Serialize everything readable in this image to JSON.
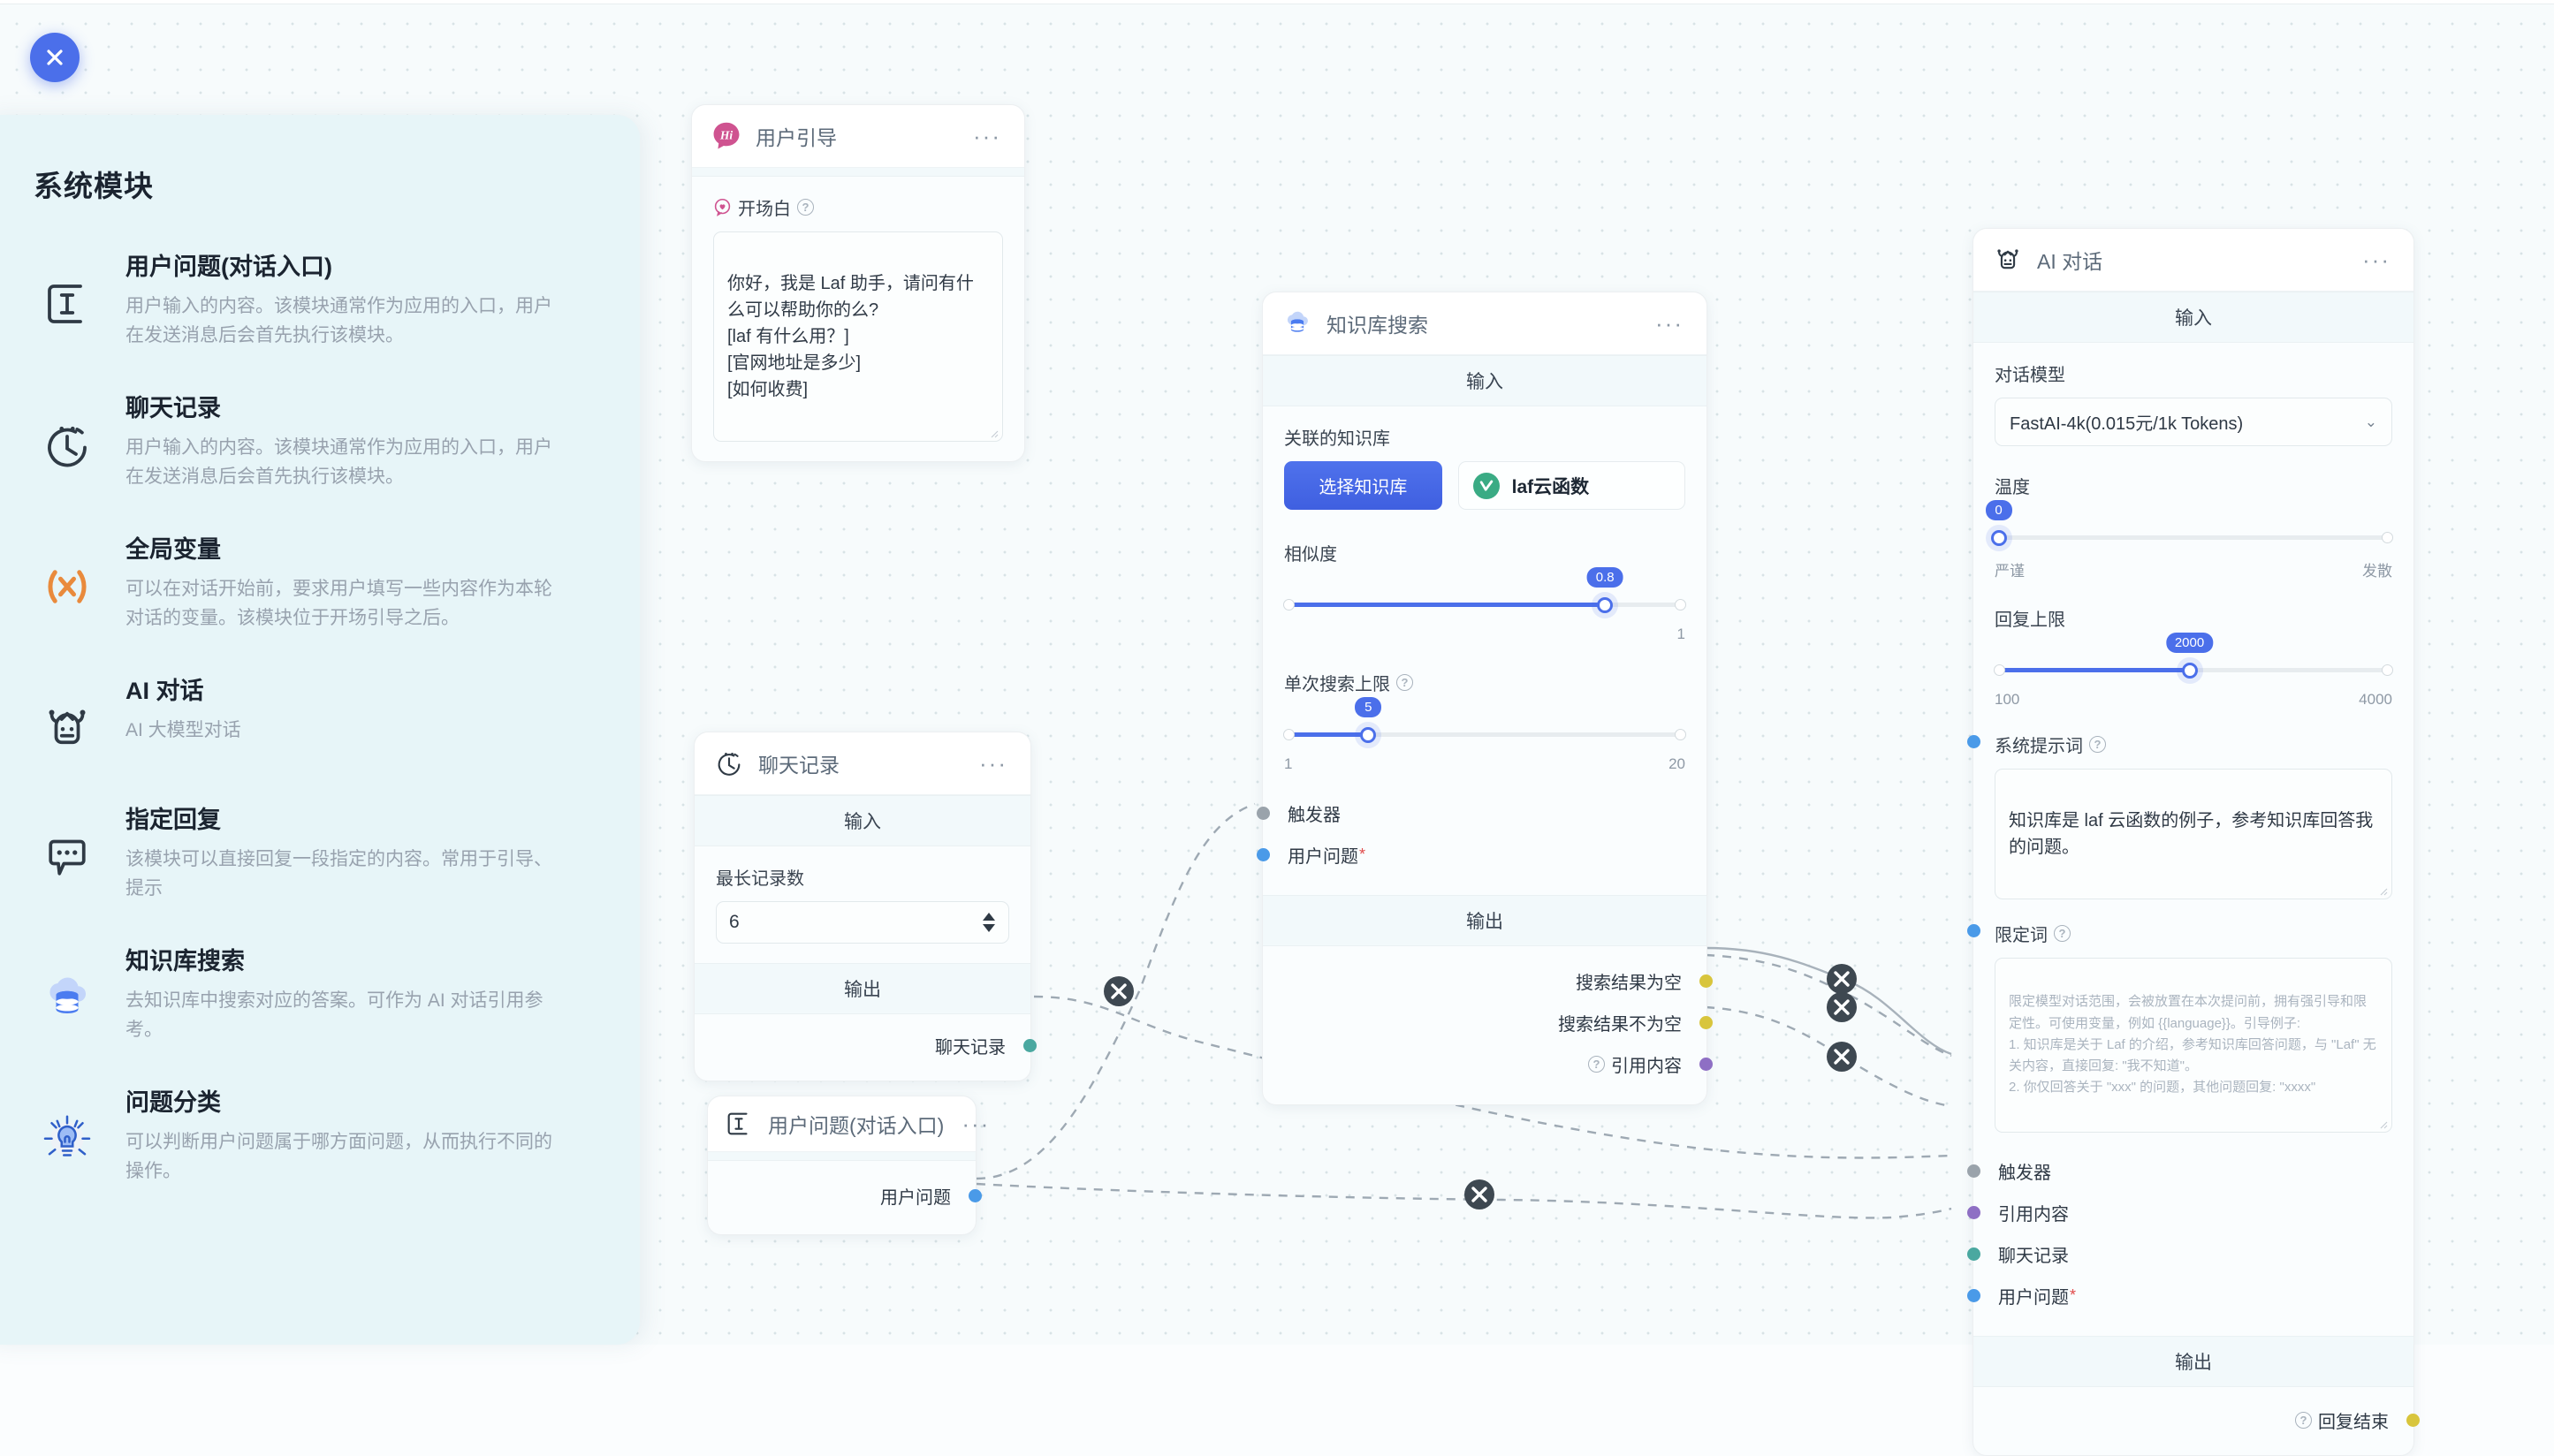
{
  "close_button": {
    "icon": "close-icon"
  },
  "sidebar": {
    "title": "系统模块",
    "items": [
      {
        "icon": "text-cursor-icon",
        "name": "用户问题(对话入口)",
        "desc": "用户输入的内容。该模块通常作为应用的入口，用户在发送消息后会首先执行该模块。"
      },
      {
        "icon": "clock-icon",
        "name": "聊天记录",
        "desc": "用户输入的内容。该模块通常作为应用的入口，用户在发送消息后会首先执行该模块。"
      },
      {
        "icon": "variable-x-icon",
        "name": "全局变量",
        "desc": "可以在对话开始前，要求用户填写一些内容作为本轮对话的变量。该模块位于开场引导之后。"
      },
      {
        "icon": "robot-icon",
        "name": "AI 对话",
        "desc": "AI 大模型对话"
      },
      {
        "icon": "speech-bubble-icon",
        "name": "指定回复",
        "desc": "该模块可以直接回复一段指定的内容。常用于引导、提示"
      },
      {
        "icon": "database-cloud-icon",
        "name": "知识库搜索",
        "desc": "去知识库中搜索对应的答案。可作为 AI 对话引用参考。"
      },
      {
        "icon": "lightbulb-icon",
        "name": "问题分类",
        "desc": "可以判断用户问题属于哪方面问题，从而执行不同的操作。"
      }
    ]
  },
  "nodes": {
    "user_guide": {
      "title": "用户引导",
      "icon": "hi-bubble-icon",
      "menu": "···",
      "field_label": "开场白",
      "field_help": "?",
      "value": "你好，我是 Laf 助手，请问有什么可以帮助你的么?\n[laf 有什么用？]\n[官网地址是多少]\n[如何收费]"
    },
    "chat_history": {
      "title": "聊天记录",
      "icon": "clock-icon",
      "menu": "···",
      "input_label": "输入",
      "output_label": "输出",
      "field_label": "最长记录数",
      "value": "6",
      "outputs": [
        {
          "label": "聊天记录",
          "color": "#4aa8a0"
        }
      ]
    },
    "user_question": {
      "title": "用户问题(对话入口)",
      "icon": "text-cursor-icon",
      "menu": "···",
      "outputs": [
        {
          "label": "用户问题",
          "color": "#4a9ae8"
        }
      ]
    },
    "kb_search": {
      "title": "知识库搜索",
      "icon": "database-cloud-icon",
      "menu": "···",
      "input_label": "输入",
      "output_label": "输出",
      "kb_label": "关联的知识库",
      "kb_button": "选择知识库",
      "kb_tag": "laf云函数",
      "similarity_label": "相似度",
      "similarity_value": "0.8",
      "similarity_min": "",
      "similarity_max": "1",
      "limit_label": "单次搜索上限",
      "limit_help": "?",
      "limit_value": "5",
      "limit_min": "1",
      "limit_max": "20",
      "inputs": [
        {
          "label": "触发器",
          "color": "#9aa3ab",
          "required": false
        },
        {
          "label": "用户问题",
          "color": "#4a9ae8",
          "required": true
        }
      ],
      "outputs": [
        {
          "label": "搜索结果为空",
          "color": "#d8c53c",
          "help": false
        },
        {
          "label": "搜索结果不为空",
          "color": "#d8c53c",
          "help": false
        },
        {
          "label": "引用内容",
          "color": "#8e6fc4",
          "help": true
        }
      ]
    },
    "ai_chat": {
      "title": "AI 对话",
      "icon": "robot-icon",
      "menu": "···",
      "input_label": "输入",
      "output_label": "输出",
      "model_label": "对话模型",
      "model_value": "FastAI-4k(0.015元/1k Tokens)",
      "temp_label": "温度",
      "temp_value": "0",
      "temp_min_label": "严谨",
      "temp_max_label": "发散",
      "max_tokens_label": "回复上限",
      "max_tokens_value": "2000",
      "max_tokens_min": "100",
      "max_tokens_max": "4000",
      "system_prompt_label": "系统提示词",
      "system_prompt_help": "?",
      "system_prompt_value": "知识库是 laf 云函数的例子，参考知识库回答我的问题。",
      "limit_prompt_label": "限定词",
      "limit_prompt_help": "?",
      "limit_prompt_placeholder": "限定模型对话范围，会被放置在本次提问前，拥有强引导和限定性。可使用变量，例如 {{language}}。引导例子:\n1. 知识库是关于 Laf 的介绍，参考知识库回答问题，与 \"Laf\" 无关内容，直接回复: \"我不知道\"。\n2. 你仅回答关于 \"xxx\" 的问题，其他问题回复: \"xxxx\"",
      "inputs": [
        {
          "label": "触发器",
          "color": "#9aa3ab",
          "required": false
        },
        {
          "label": "引用内容",
          "color": "#8e6fc4",
          "required": false
        },
        {
          "label": "聊天记录",
          "color": "#4aa8a0",
          "required": false
        },
        {
          "label": "用户问题",
          "color": "#4a9ae8",
          "required": true
        }
      ],
      "outputs": [
        {
          "label": "回复结束",
          "color": "#d8c53c",
          "help": true
        }
      ]
    }
  },
  "colors": {
    "accent": "#4b6fea",
    "canvas": "#f7fbfc",
    "sidebar": "#e7f5f8",
    "orange": "#e98a3c",
    "pink": "#cf5390",
    "green": "#3aab84"
  }
}
